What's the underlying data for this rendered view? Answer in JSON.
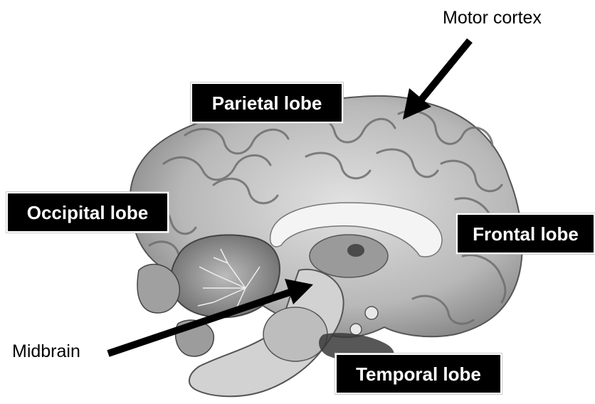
{
  "labels": {
    "motor_cortex": "Motor cortex",
    "parietal_lobe": "Parietal lobe",
    "occipital_lobe": "Occipital lobe",
    "frontal_lobe": "Frontal lobe",
    "midbrain": "Midbrain",
    "temporal_lobe": "Temporal lobe"
  },
  "colors": {
    "background": "#ffffff",
    "label_box": "#000000",
    "label_text": "#ffffff",
    "arrow": "#000000",
    "cortex": "#c8c8c8",
    "cortex_dark": "#6e6e6e",
    "cerebellum": "#a9a9a9"
  }
}
